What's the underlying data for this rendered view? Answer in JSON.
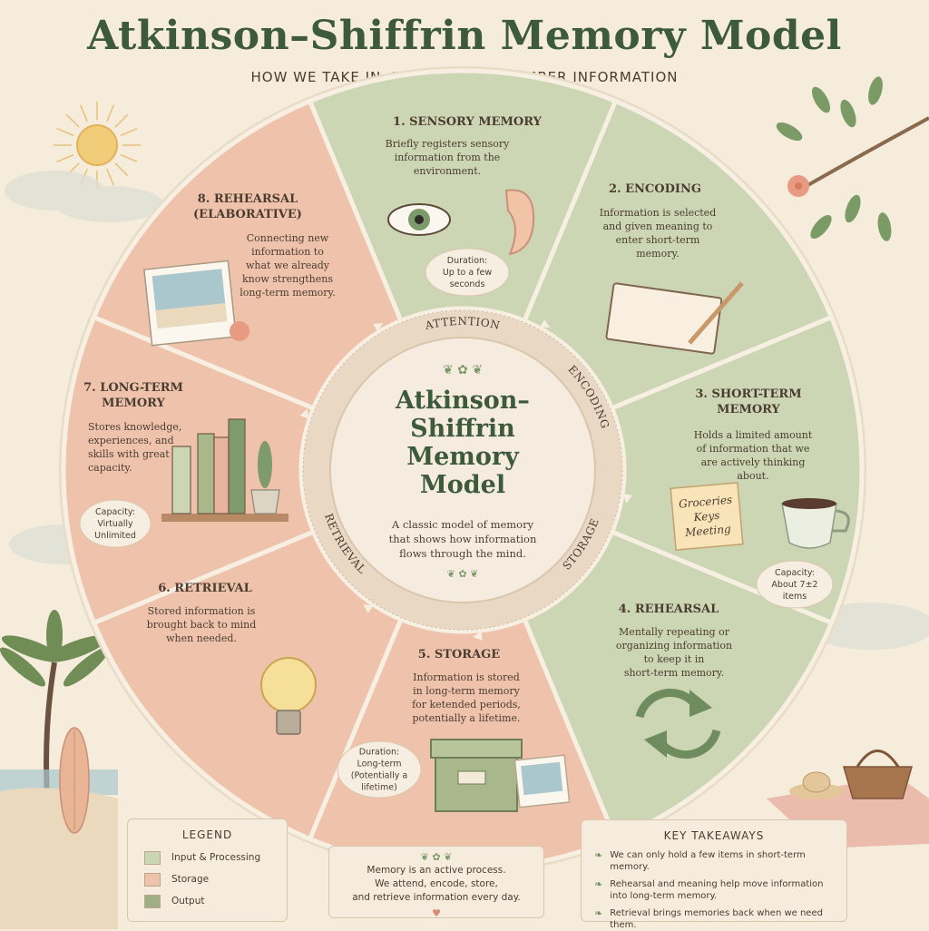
{
  "header": {
    "title": "Atkinson–Shiffrin Memory Model",
    "subtitle": "HOW WE TAKE IN, HOLD, AND REMEMBER INFORMATION"
  },
  "colors": {
    "green_segment": "#cdd6b4",
    "pink_segment": "#efc3ab",
    "title_green": "#3e5a3c",
    "center_fill": "#f5ecdf",
    "inner_ring": "#e8d8c4"
  },
  "segments": [
    {
      "title_lines": [
        "1. SENSORY MEMORY"
      ],
      "text_lines": [
        "Briefly registers sensory",
        "information from the",
        "environment."
      ],
      "badge_lines": [
        "Duration:",
        "Up to a few",
        "seconds"
      ],
      "icon": "eye-and-ear-icon",
      "color": "green"
    },
    {
      "title_lines": [
        "2. ENCODING"
      ],
      "text_lines": [
        "Information is selected",
        "and given meaning to",
        "enter short-term",
        "memory."
      ],
      "badge_lines": [],
      "icon": "notebook-icon",
      "color": "green"
    },
    {
      "title_lines": [
        "3. SHORT-TERM",
        "MEMORY"
      ],
      "text_lines": [
        "Holds a limited amount",
        "of information that we",
        "are actively thinking",
        "about."
      ],
      "badge_lines": [
        "Capacity:",
        "About 7±2",
        "items"
      ],
      "note_lines": [
        "Groceries",
        "Keys",
        "Meeting"
      ],
      "icon": "sticky-note-and-cup-icon",
      "color": "green"
    },
    {
      "title_lines": [
        "4. REHEARSAL"
      ],
      "text_lines": [
        "Mentally repeating or",
        "organizing information",
        "to keep it in",
        "short-term memory."
      ],
      "badge_lines": [],
      "icon": "cycle-arrows-icon",
      "color": "green"
    },
    {
      "title_lines": [
        "5. STORAGE"
      ],
      "text_lines": [
        "Information is stored",
        "in long-term memory",
        "for ketended periods,",
        "potentially a lifetime."
      ],
      "badge_lines": [
        "Duration:",
        "Long-term",
        "(Potentially a",
        "lifetime)"
      ],
      "icon": "storage-box-icon",
      "color": "pink"
    },
    {
      "title_lines": [
        "6. RETRIEVAL"
      ],
      "text_lines": [
        "Stored information is",
        "brought back to mind",
        "when needed."
      ],
      "badge_lines": [],
      "icon": "lightbulb-icon",
      "color": "pink"
    },
    {
      "title_lines": [
        "7. LONG-TERM",
        "MEMORY"
      ],
      "text_lines": [
        "Stores knowledge,",
        "experiences, and",
        "skills with great",
        "capacity."
      ],
      "badge_lines": [
        "Capacity:",
        "Virtually",
        "Unlimited"
      ],
      "icon": "bookshelf-icon",
      "color": "pink"
    },
    {
      "title_lines": [
        "8. REHEARSAL",
        "(ELABORATIVE)"
      ],
      "text_lines": [
        "Connecting new",
        "information to",
        "what we already",
        "know strengthens",
        "long-term memory."
      ],
      "badge_lines": [],
      "icon": "beach-photo-icon",
      "color": "pink"
    }
  ],
  "ring_labels": [
    "ATTENTION",
    "ENCODING",
    "STORAGE",
    "RETRIEVAL"
  ],
  "center": {
    "title_lines": [
      "Atkinson–",
      "Shiffrin",
      "Memory",
      "Model"
    ],
    "text_lines": [
      "A classic model of memory",
      "that shows how information",
      "flows through the mind."
    ]
  },
  "legend": {
    "title": "LEGEND",
    "items": [
      {
        "label": "Input & Processing",
        "color": "#cdd6b4"
      },
      {
        "label": "Storage",
        "color": "#efc3ab"
      },
      {
        "label": "Output",
        "color": "#9fae84"
      }
    ]
  },
  "summary": {
    "lines": [
      "Memory is an active process.",
      "We attend, encode, store,",
      "and retrieve information every day."
    ]
  },
  "takeaways": {
    "title": "KEY TAKEAWAYS",
    "items": [
      "We can only hold a few items in short-term memory.",
      "Rehearsal and meaning help move information into long-term memory.",
      "Retrieval brings memories back when we need them."
    ]
  }
}
